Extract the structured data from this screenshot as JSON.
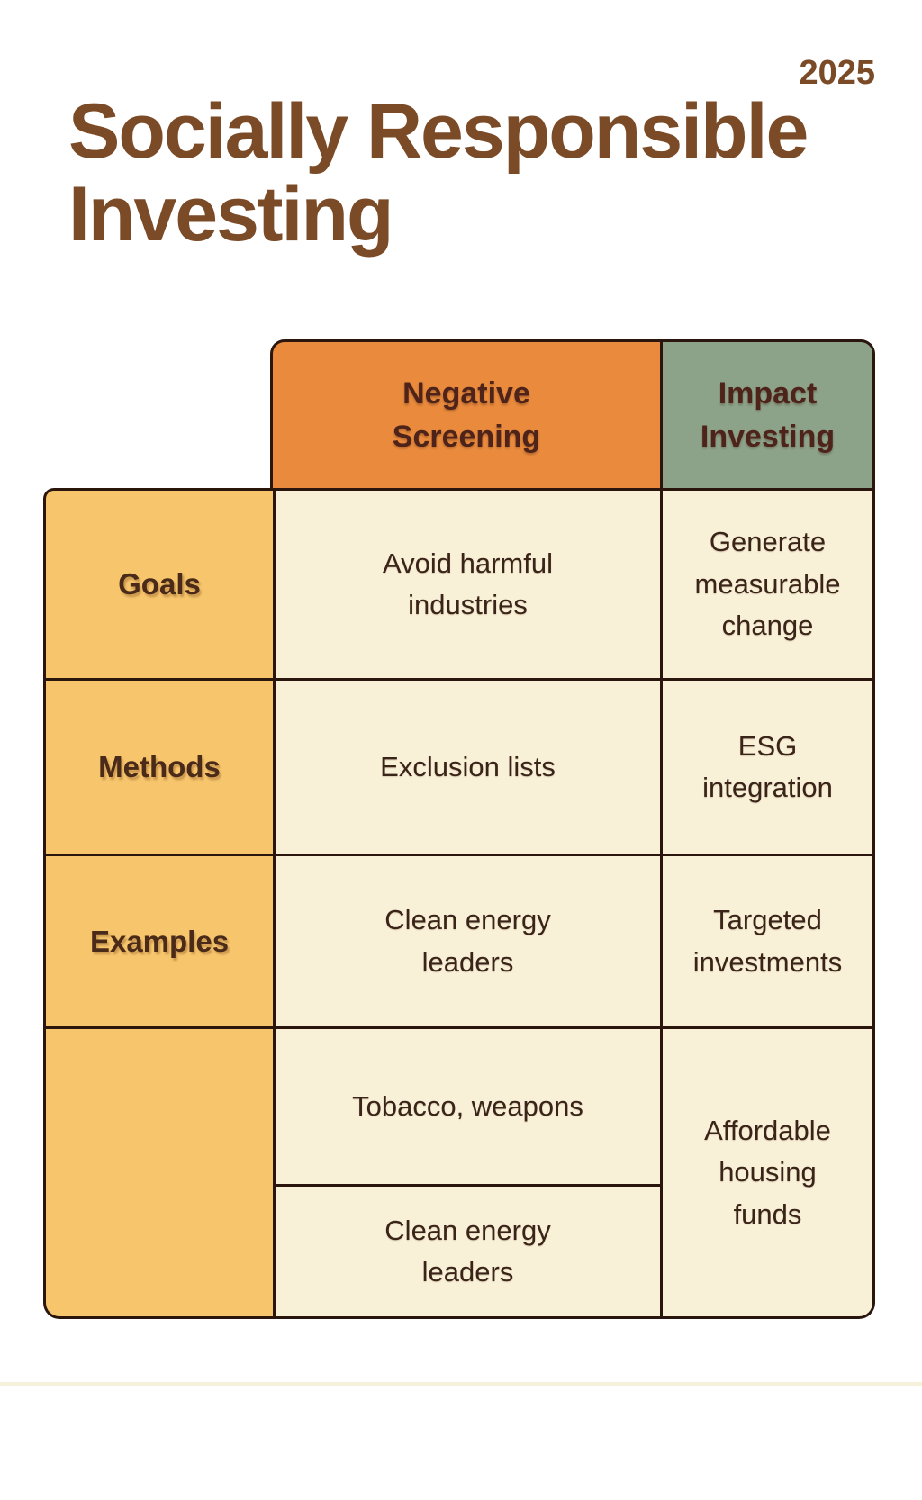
{
  "page": {
    "year": "2025",
    "title_lines": [
      "Socially Responsible",
      "Investing"
    ]
  },
  "table": {
    "header": [
      {
        "key": "negative_screening",
        "label_lines": [
          "Negative",
          "Screening"
        ],
        "color": "#e98a3c"
      },
      {
        "key": "impact_investing",
        "label_lines": [
          "Impact",
          "Investing"
        ],
        "color": "#8ca289"
      }
    ],
    "rows": [
      {
        "label": "Goals",
        "negative_screening": [
          "Avoid harmful",
          "industries"
        ],
        "impact_investing": [
          "Generate",
          "measurable",
          "change"
        ]
      },
      {
        "label": "Methods",
        "negative_screening": [
          "Exclusion lists"
        ],
        "impact_investing": [
          "ESG",
          "integration"
        ]
      },
      {
        "label": "Examples",
        "negative_screening": [
          "Clean energy",
          "leaders"
        ],
        "impact_investing": [
          "Targeted",
          "investments"
        ]
      },
      {
        "label": "",
        "negative_screening": [
          [
            "Tobacco, weapons"
          ],
          [
            "Clean energy",
            "leaders"
          ]
        ],
        "impact_investing": [
          "Affordable",
          "housing",
          "funds"
        ]
      }
    ],
    "colors": {
      "title_text": "#7b4b27",
      "header_negative_bg": "#e98a3c",
      "header_impact_bg": "#8ca289",
      "label_column_bg": "#f7c66c",
      "content_cell_bg": "#f9f0d8",
      "border": "#2a160c",
      "header_text": "#4e2319",
      "body_text": "#3a2418",
      "footer_line": "#f6f1db"
    }
  }
}
